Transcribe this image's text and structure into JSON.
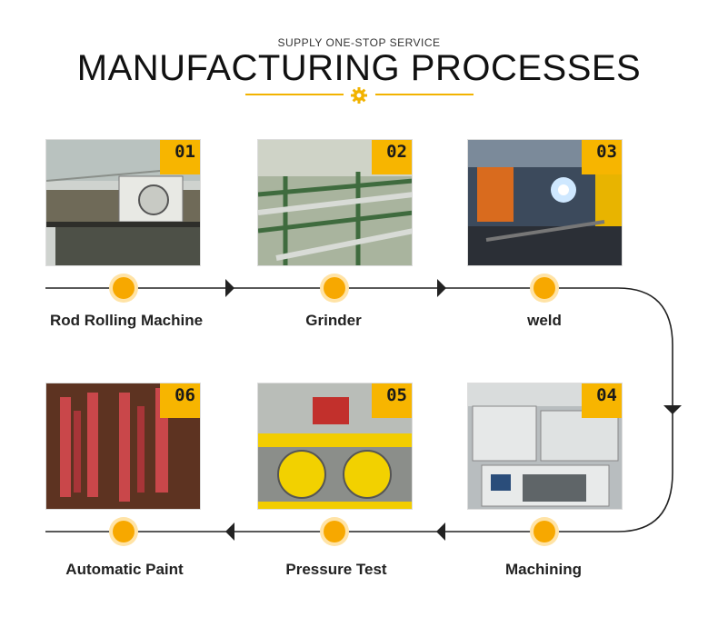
{
  "header": {
    "subtitle": "SUPPLY ONE-STOP SERVICE",
    "title": "MANUFACTURING PROCESSES"
  },
  "accent_color": "#f7a800",
  "steps": [
    {
      "number": "01",
      "label": "Rod Rolling Machine"
    },
    {
      "number": "02",
      "label": "Grinder"
    },
    {
      "number": "03",
      "label": "weld"
    },
    {
      "number": "04",
      "label": "Machining"
    },
    {
      "number": "05",
      "label": "Pressure Test"
    },
    {
      "number": "06",
      "label": "Automatic Paint"
    }
  ]
}
